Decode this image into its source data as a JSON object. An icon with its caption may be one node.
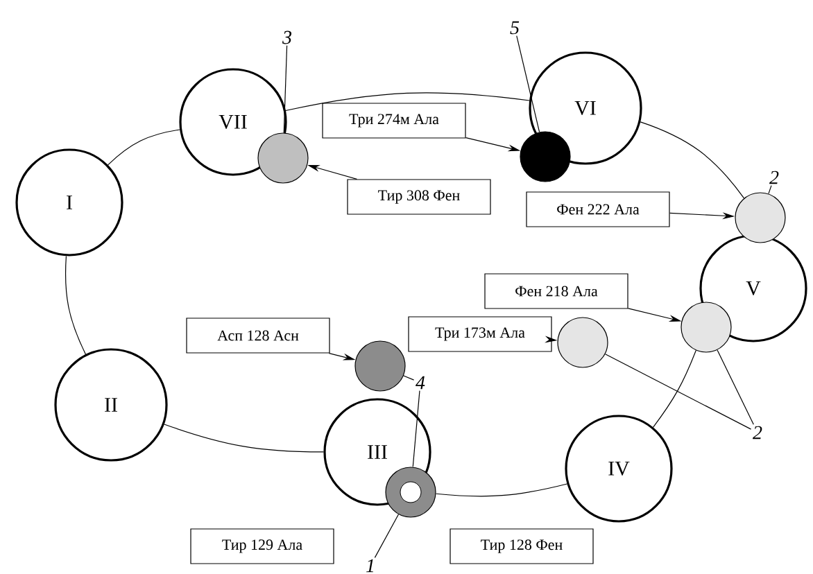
{
  "diagram": {
    "nodes": [
      {
        "text": [
          "I"
        ]
      },
      {
        "text": [
          "II"
        ]
      },
      {
        "text": [
          "III"
        ]
      },
      {
        "text": [
          "IV"
        ]
      },
      {
        "text": [
          "V"
        ]
      },
      {
        "text": [
          "VI"
        ]
      },
      {
        "text": [
          "VII"
        ]
      },
      {
        "text": [],
        "shape": "circle"
      },
      {
        "text": [],
        "shape": "circle"
      },
      {
        "text": [],
        "shape": "circle"
      },
      {
        "text": [],
        "shape": "circle"
      },
      {
        "text": [],
        "shape": "circle"
      },
      {
        "text": [],
        "shape": "circle"
      },
      {
        "text": [],
        "shape": "circle"
      },
      {
        "text": [
          "Три 274м Ала"
        ]
      },
      {
        "text": [
          "Тир 308 Фен"
        ]
      },
      {
        "text": [
          "Фен 222 Ала"
        ]
      },
      {
        "text": [
          "Фен 218 Ала"
        ]
      },
      {
        "text": [
          "Асп 128 Асн"
        ]
      },
      {
        "text": [
          "Три 173м Ала"
        ]
      },
      {
        "text": [
          "Тир 129 Ала"
        ]
      },
      {
        "text": [
          "Тир 128 Фен"
        ]
      },
      {
        "text": [
          "3"
        ]
      },
      {
        "text": [
          "5"
        ]
      },
      {
        "text": [
          "2"
        ]
      },
      {
        "text": [
          "2"
        ]
      },
      {
        "text": [
          "4"
        ]
      },
      {
        "text": [
          "1"
        ]
      }
    ],
    "edges": [
      {
        "from": 0,
        "to": 6,
        "arrow": "none"
      },
      {
        "from": 6,
        "to": 5,
        "arrow": "none"
      },
      {
        "from": 5,
        "to": 9,
        "arrow": "none"
      },
      {
        "from": 10,
        "to": 3,
        "arrow": "none"
      },
      {
        "from": 3,
        "to": 13,
        "arrow": "none"
      },
      {
        "from": 2,
        "to": 1,
        "arrow": "none"
      },
      {
        "from": 1,
        "to": 0,
        "arrow": "none"
      },
      {
        "from": 14,
        "to": 8,
        "arrow": "to"
      },
      {
        "from": 15,
        "to": 7,
        "arrow": "to"
      },
      {
        "from": 16,
        "to": 9,
        "arrow": "to"
      },
      {
        "from": 17,
        "to": 10,
        "arrow": "to"
      },
      {
        "from": 18,
        "to": 12,
        "arrow": "to"
      },
      {
        "from": 19,
        "to": 11,
        "arrow": "to"
      },
      {
        "from": 22,
        "to": 7,
        "arrow": "none"
      },
      {
        "from": 23,
        "to": 8,
        "arrow": "none"
      },
      {
        "from": 24,
        "to": 9,
        "arrow": "none"
      },
      {
        "from": 25,
        "to": 10,
        "arrow": "none"
      },
      {
        "from": 25,
        "to": 11,
        "arrow": "none"
      },
      {
        "from": 26,
        "to": 12,
        "arrow": "none"
      },
      {
        "from": 26,
        "to": 13,
        "arrow": "none"
      },
      {
        "from": 27,
        "to": 13,
        "arrow": "none"
      }
    ]
  }
}
